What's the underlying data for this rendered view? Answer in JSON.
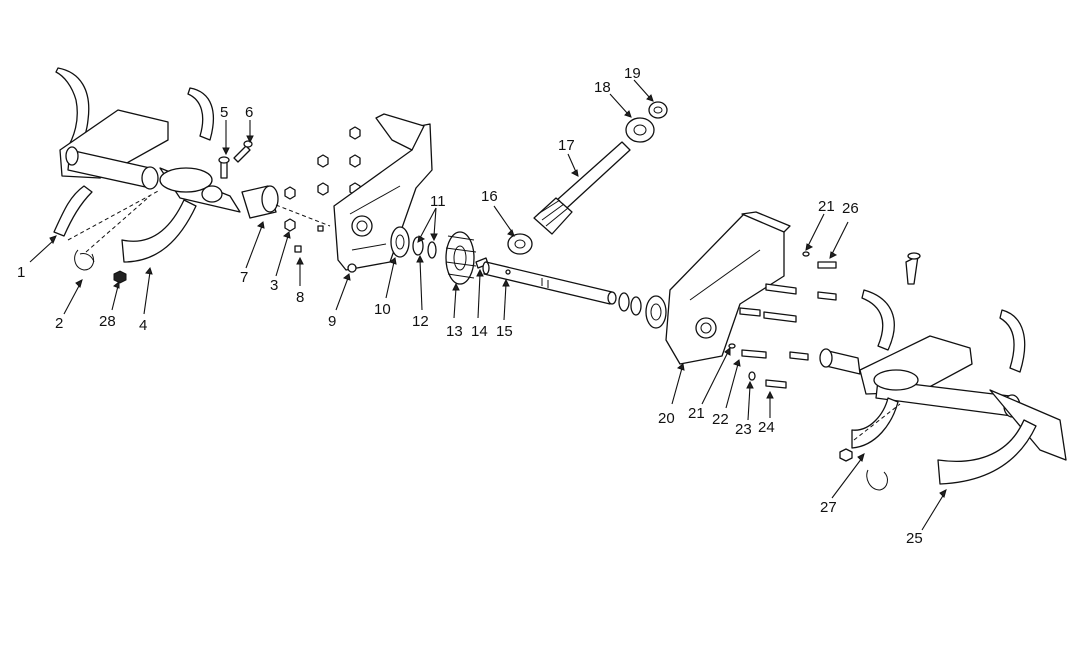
{
  "colors": {
    "ink": "#111111",
    "background": "#ffffff"
  },
  "callouts": [
    {
      "id": "c1",
      "label": "1"
    },
    {
      "id": "c2",
      "label": "2"
    },
    {
      "id": "c28",
      "label": "28"
    },
    {
      "id": "c4",
      "label": "4"
    },
    {
      "id": "c5",
      "label": "5"
    },
    {
      "id": "c6",
      "label": "6"
    },
    {
      "id": "c7",
      "label": "7"
    },
    {
      "id": "c3",
      "label": "3"
    },
    {
      "id": "c8",
      "label": "8"
    },
    {
      "id": "c9",
      "label": "9"
    },
    {
      "id": "c10",
      "label": "10"
    },
    {
      "id": "c11",
      "label": "11"
    },
    {
      "id": "c12",
      "label": "12"
    },
    {
      "id": "c13",
      "label": "13"
    },
    {
      "id": "c14",
      "label": "14"
    },
    {
      "id": "c15",
      "label": "15"
    },
    {
      "id": "c16",
      "label": "16"
    },
    {
      "id": "c17",
      "label": "17"
    },
    {
      "id": "c18",
      "label": "18"
    },
    {
      "id": "c19",
      "label": "19"
    },
    {
      "id": "c20",
      "label": "20"
    },
    {
      "id": "c21a",
      "label": "21"
    },
    {
      "id": "c21b",
      "label": "21"
    },
    {
      "id": "c22",
      "label": "22"
    },
    {
      "id": "c23",
      "label": "23"
    },
    {
      "id": "c24",
      "label": "24"
    },
    {
      "id": "c26",
      "label": "26"
    },
    {
      "id": "c27",
      "label": "27"
    },
    {
      "id": "c25",
      "label": "25"
    }
  ]
}
